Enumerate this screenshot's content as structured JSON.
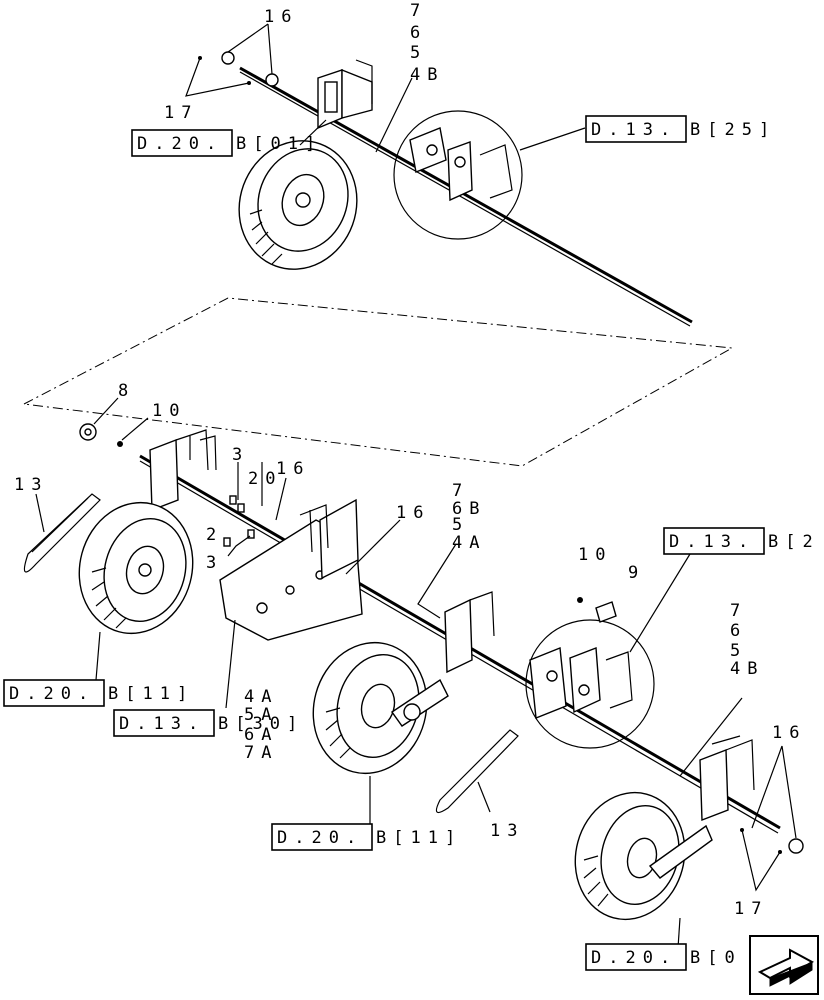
{
  "callouts": {
    "top_16": "16",
    "top_17": "17",
    "top_stack": [
      "7",
      "6",
      "5",
      "4B"
    ],
    "ref_d20_top": "D.20.",
    "ref_d20_top_tail": "B[01]",
    "ref_d13_top": "D.13.",
    "ref_d13_top_tail": "B[25]",
    "mid_8": "8",
    "mid_10": "10",
    "mid_3a": "3",
    "mid_20": "20",
    "mid_16a": "16",
    "mid_13": "13",
    "mid_2": "2",
    "mid_3b": "3",
    "mid_16b": "16",
    "mid_stack": [
      "7",
      "6B",
      "5",
      "4A"
    ],
    "right_10": "10",
    "right_9": "9",
    "ref_d13_right": "D.13.",
    "ref_d13_right_tail": "B[2",
    "ref_d20_left": "D.20.",
    "ref_d20_left_tail": "B[11]",
    "ref_d13_mid": "D.13.",
    "ref_d13_mid_tail": "B[30]",
    "mid_stack2": [
      "4A",
      "5A",
      "6A",
      "7A"
    ],
    "right_stack": [
      "7",
      "6",
      "5",
      "4B"
    ],
    "right_16": "16",
    "ref_d20_mid": "D.20.",
    "ref_d20_mid_tail": "B[11]",
    "bottom_13": "13",
    "bottom_17": "17",
    "ref_d20_bottom": "D.20.",
    "ref_d20_bottom_tail": "B[0"
  },
  "nav": {
    "icon": "next-page-arrow-icon"
  }
}
